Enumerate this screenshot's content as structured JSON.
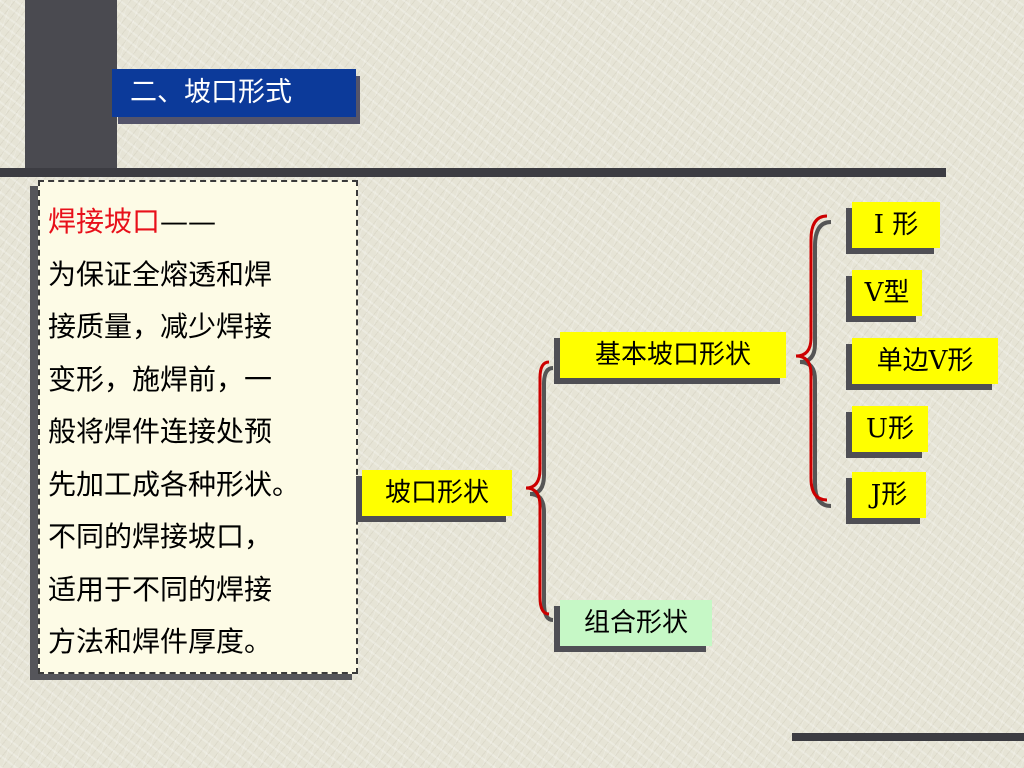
{
  "title": "二、坡口形式",
  "definition": {
    "term": "焊接坡口",
    "dash": "——",
    "lines": [
      "为保证全熔透和焊",
      "接质量，减少焊接",
      "变形，施焊前，一",
      "般将焊件连接处预",
      "先加工成各种形状。",
      "不同的焊接坡口，",
      "适用于不同的焊接",
      "方法和焊件厚度。"
    ]
  },
  "tree": {
    "root": "坡口形状",
    "basic": "基本坡口形状",
    "combined": "组合形状",
    "basic_children": [
      "I 形",
      "V型",
      "单边V形",
      "U形",
      "J形"
    ]
  },
  "colors": {
    "title_bg": "#0c3a9a",
    "node_yellow": "#ffff00",
    "node_green": "#c6f8c6",
    "bracket_red": "#cc0000",
    "term_red": "#e8101a"
  }
}
